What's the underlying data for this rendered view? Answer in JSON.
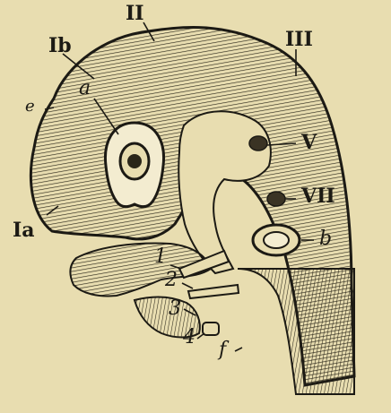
{
  "figure": {
    "background": "#e8ddb0",
    "ink": "#1c1a14",
    "labels": {
      "I_b": "Ib",
      "II": "II",
      "III": "III",
      "a": "a",
      "e": "e",
      "I_a": "Ia",
      "V": "V",
      "VII": "VII",
      "b": "b",
      "n1": "1",
      "n2": "2",
      "n3": "3",
      "n4": "4",
      "f": "f"
    }
  }
}
